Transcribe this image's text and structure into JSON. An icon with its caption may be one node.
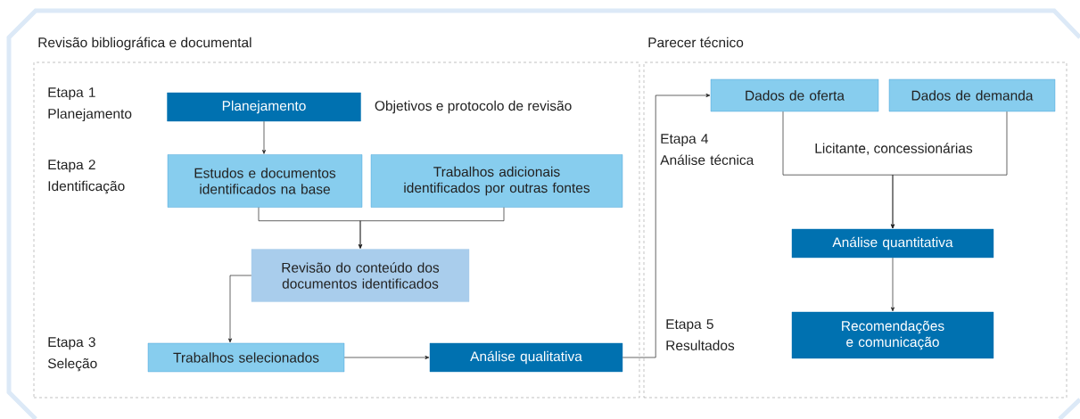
{
  "diagram": {
    "nodes": [
      {
        "text": [
          "Revisão bibliográfica e documental"
        ]
      },
      {
        "text": [
          "Parecer técnico"
        ]
      },
      {
        "text": [
          "Planejamento"
        ],
        "in": 0,
        "beside": [
          "Objetivos e protocolo de revisão"
        ]
      },
      {
        "text": [
          "Estudos e documentos identificados na base"
        ],
        "in": 0
      },
      {
        "text": [
          "Trabalhos adicionais identificados por outras fontes"
        ],
        "in": 0
      },
      {
        "text": [
          "Revisão do conteúdo dos documentos identificados"
        ],
        "in": 0
      },
      {
        "text": [
          "Trabalhos selecionados"
        ],
        "in": 0
      },
      {
        "text": [
          "Análise qualitativa"
        ],
        "in": 0
      },
      {
        "text": [
          "Dados de oferta"
        ],
        "in": 1
      },
      {
        "text": [
          "Dados de demanda"
        ],
        "in": 1
      },
      {
        "text": [
          "Análise quantitativa"
        ],
        "in": 1
      },
      {
        "text": [
          "Recomendações e comunicação"
        ],
        "in": 1
      }
    ],
    "edges": [
      {
        "from": 2,
        "to": 3,
        "arrow": "to"
      },
      {
        "from": 3,
        "to": 5,
        "arrow": "to"
      },
      {
        "from": 4,
        "to": 5,
        "arrow": "to"
      },
      {
        "from": 5,
        "to": 6,
        "arrow": "to"
      },
      {
        "from": 6,
        "to": 7,
        "arrow": "to"
      },
      {
        "from": 7,
        "to": 8,
        "arrow": "to"
      },
      {
        "from": 8,
        "to": 10,
        "arrow": "to"
      },
      {
        "from": 9,
        "to": 10,
        "arrow": "to"
      },
      {
        "from": 10,
        "to": 11,
        "arrow": "to"
      }
    ],
    "labels": [
      "Etapa 1 Planejamento",
      "Etapa 2 Identificação",
      "Etapa 4 Análise técnica",
      "Licitante, concessionárias",
      "Etapa 3 Seleção",
      "Etapa 5 Resultados"
    ]
  }
}
